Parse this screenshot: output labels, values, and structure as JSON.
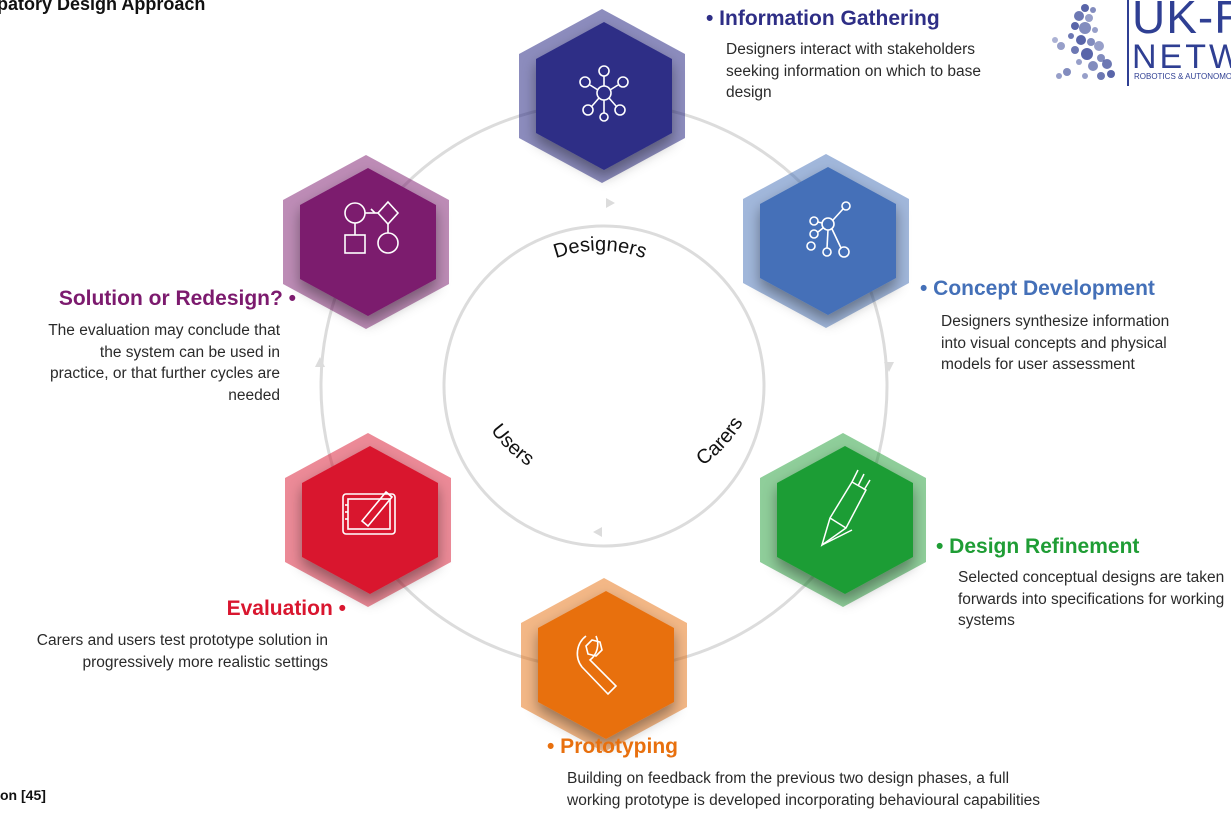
{
  "title": "Participatory Design Approach",
  "footer": "on [45]",
  "colors": {
    "gathering": "#2e2e86",
    "concept": "#4470b8",
    "refinement": "#1f9d35",
    "prototyping": "#e8700e",
    "evaluation": "#d9162f",
    "solution": "#7c1a6e"
  },
  "inner_labels": [
    "Designers",
    "Carers",
    "Users"
  ],
  "phases": {
    "gathering": {
      "heading": "• Information Gathering",
      "description": "Designers interact with stakeholders seeking information on which to base design",
      "icon": "network-icon"
    },
    "concept": {
      "heading": "• Concept Development",
      "description": "Designers synthesize information into visual concepts and physical models for user assessment",
      "icon": "nodes-icon"
    },
    "refinement": {
      "heading": "• Design Refinement",
      "description": "Selected conceptual designs are taken forwards into specifications for working systems",
      "icon": "pencil-icon"
    },
    "prototyping": {
      "heading": "• Prototyping",
      "description": "Building on feedback from the previous two design phases, a full working prototype is developed incorporating behavioural capabilities",
      "icon": "wrench-icon"
    },
    "evaluation": {
      "heading": "Evaluation •",
      "description": "Carers and users test prototype solution in progressively more realistic settings",
      "icon": "tablet-pen-icon"
    },
    "solution": {
      "heading": "Solution or Redesign? •",
      "description": "The evaluation may conclude that the system can be used in practice, or that further cycles are needed",
      "icon": "flowchart-icon"
    }
  },
  "logo": {
    "line1": "UK-RAS",
    "line2": "NETWORK",
    "line3": "ROBOTICS & AUTONOMOUS SYSTEMS"
  }
}
